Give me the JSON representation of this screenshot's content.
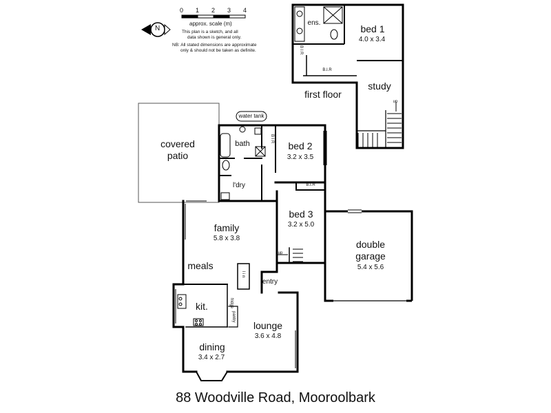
{
  "scale": {
    "ticks": [
      "0",
      "1",
      "2",
      "3",
      "4"
    ],
    "label": "approx. scale (m)",
    "note_lines": [
      "This plan is a sketch, and all",
      "data shown is general only."
    ],
    "nb_lines": [
      "NB: All stated dimensions are approximate",
      "only & should not be taken as definite."
    ],
    "compass_letter": "N"
  },
  "first_floor": {
    "label": "first floor",
    "ens": "ens.",
    "bed1_name": "bed 1",
    "bed1_dim": "4.0 x 3.4",
    "bir_horizontal": "B.I.R",
    "bir_vertical": "B I R",
    "study": "study",
    "stair_up": "up"
  },
  "ground_floor": {
    "water_tank": "water tank",
    "covered_patio_line1": "covered",
    "covered_patio_line2": "patio",
    "bath": "bath",
    "ldry": "l'dry",
    "bed2_name": "bed 2",
    "bed2_dim": "3.2 x 3.5",
    "bed2_bir": "B I R",
    "bed3_name": "bed 3",
    "bed3_dim": "3.2 x 5.0",
    "bed3_bir": "B.I.R",
    "family_name": "family",
    "family_dim": "5.8 x 3.8",
    "stair_up": "up",
    "meals": "meals",
    "linen": "l i n",
    "entry": "entry",
    "kit": "kit.",
    "fridge": "fridge",
    "pantry": "pantry",
    "lounge_name": "lounge",
    "lounge_dim": "3.6 x 4.8",
    "dining_name": "dining",
    "dining_dim": "3.4 x 2.7",
    "garage_line1": "double",
    "garage_line2": "garage",
    "garage_dim": "5.4 x 5.6"
  },
  "address": "88 Woodville Road, Mooroolbark"
}
